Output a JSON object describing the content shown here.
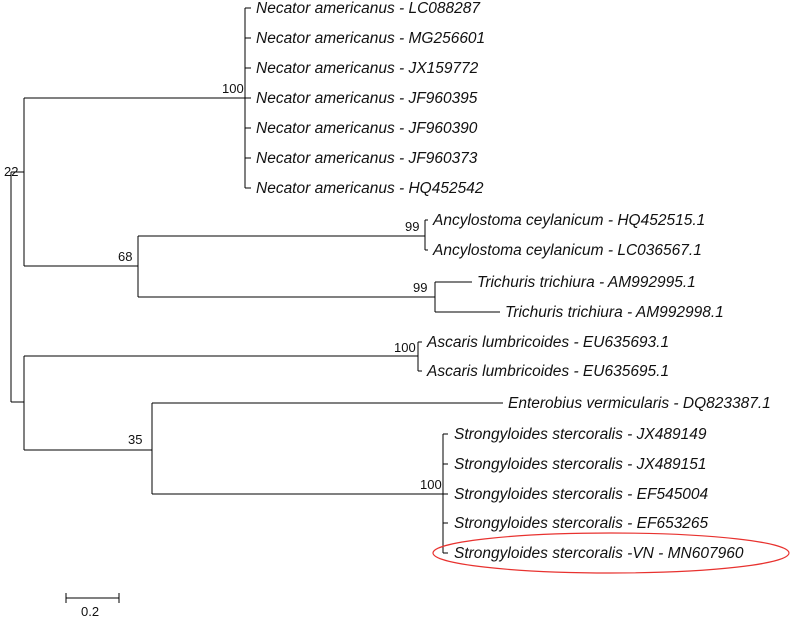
{
  "tree": {
    "taxa": [
      {
        "id": "na1",
        "genus": "Necator americanus",
        "accession": "LC088287"
      },
      {
        "id": "na2",
        "genus": "Necator americanus",
        "accession": "MG256601"
      },
      {
        "id": "na3",
        "genus": "Necator americanus",
        "accession": "JX159772"
      },
      {
        "id": "na4",
        "genus": "Necator americanus",
        "accession": "JF960395"
      },
      {
        "id": "na5",
        "genus": "Necator americanus",
        "accession": "JF960390"
      },
      {
        "id": "na6",
        "genus": "Necator americanus",
        "accession": "JF960373"
      },
      {
        "id": "na7",
        "genus": "Necator americanus",
        "accession": "HQ452542"
      },
      {
        "id": "ac1",
        "genus": "Ancylostoma ceylanicum",
        "accession": "HQ452515.1"
      },
      {
        "id": "ac2",
        "genus": "Ancylostoma ceylanicum",
        "accession": "LC036567.1"
      },
      {
        "id": "tt1",
        "genus": "Trichuris trichiura",
        "accession": "AM992995.1"
      },
      {
        "id": "tt2",
        "genus": "Trichuris trichiura",
        "accession": "AM992998.1"
      },
      {
        "id": "al1",
        "genus": "Ascaris lumbricoides",
        "accession": "EU635693.1"
      },
      {
        "id": "al2",
        "genus": "Ascaris lumbricoides",
        "accession": "EU635695.1"
      },
      {
        "id": "ev1",
        "genus": "Enterobius vermicularis",
        "accession": "DQ823387.1"
      },
      {
        "id": "ss1",
        "genus": "Strongyloides stercoralis",
        "accession": "JX489149"
      },
      {
        "id": "ss2",
        "genus": "Strongyloides stercoralis",
        "accession": "JX489151"
      },
      {
        "id": "ss3",
        "genus": "Strongyloides stercoralis",
        "accession": "EF545004"
      },
      {
        "id": "ss4",
        "genus": "Strongyloides stercoralis",
        "accession": "EF653265"
      },
      {
        "id": "ss5",
        "genus": "Strongyloides stercoralis -VN",
        "accession": "MN607960",
        "highlighted": true
      }
    ],
    "bootstrap_values": {
      "necator_clade": "100",
      "root_upper": "22",
      "ancylostoma_trichuris": "68",
      "ancylostoma_clade": "99",
      "trichuris_clade": "99",
      "ascaris_clade": "100",
      "enterobius_strongyloides": "35",
      "strongyloides_clade": "100"
    },
    "scale_bar": {
      "label": "0.2",
      "value": 0.2
    },
    "highlight_color": "#e8322f"
  }
}
